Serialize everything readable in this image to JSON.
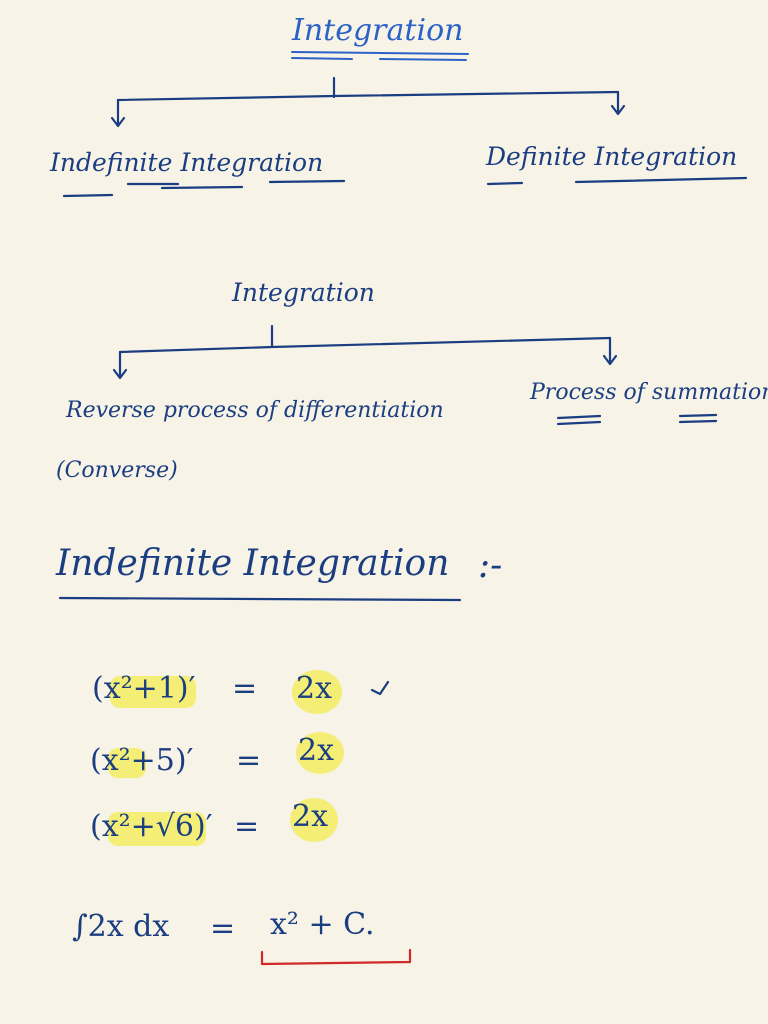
{
  "tree1": {
    "root": "Integration",
    "left": "Indefinite Integration",
    "right": "Definite Integration"
  },
  "tree2": {
    "root": "Integration",
    "left": "Reverse process of differentiation",
    "left_note": "(Converse)",
    "right": "Process of summation"
  },
  "section": {
    "heading": "Indefinite Integration",
    "suffix": ":-"
  },
  "equations": [
    {
      "lhs": "(x²+1)′",
      "eq": "=",
      "rhs": "2x",
      "mark": "✓"
    },
    {
      "lhs": "(x²+5)′",
      "eq": "=",
      "rhs": "2x"
    },
    {
      "lhs": "(x²+√6)′",
      "eq": "=",
      "rhs": "2x"
    }
  ],
  "integral": {
    "lhs": "∫2x dx",
    "eq": "=",
    "rhs": "x² + C."
  },
  "colors": {
    "background": "#f7f3e6",
    "ink": "#1b3d82",
    "title_ink": "#2b62c8",
    "highlight": "#f3ec63",
    "red_bracket": "#cf2a27"
  }
}
